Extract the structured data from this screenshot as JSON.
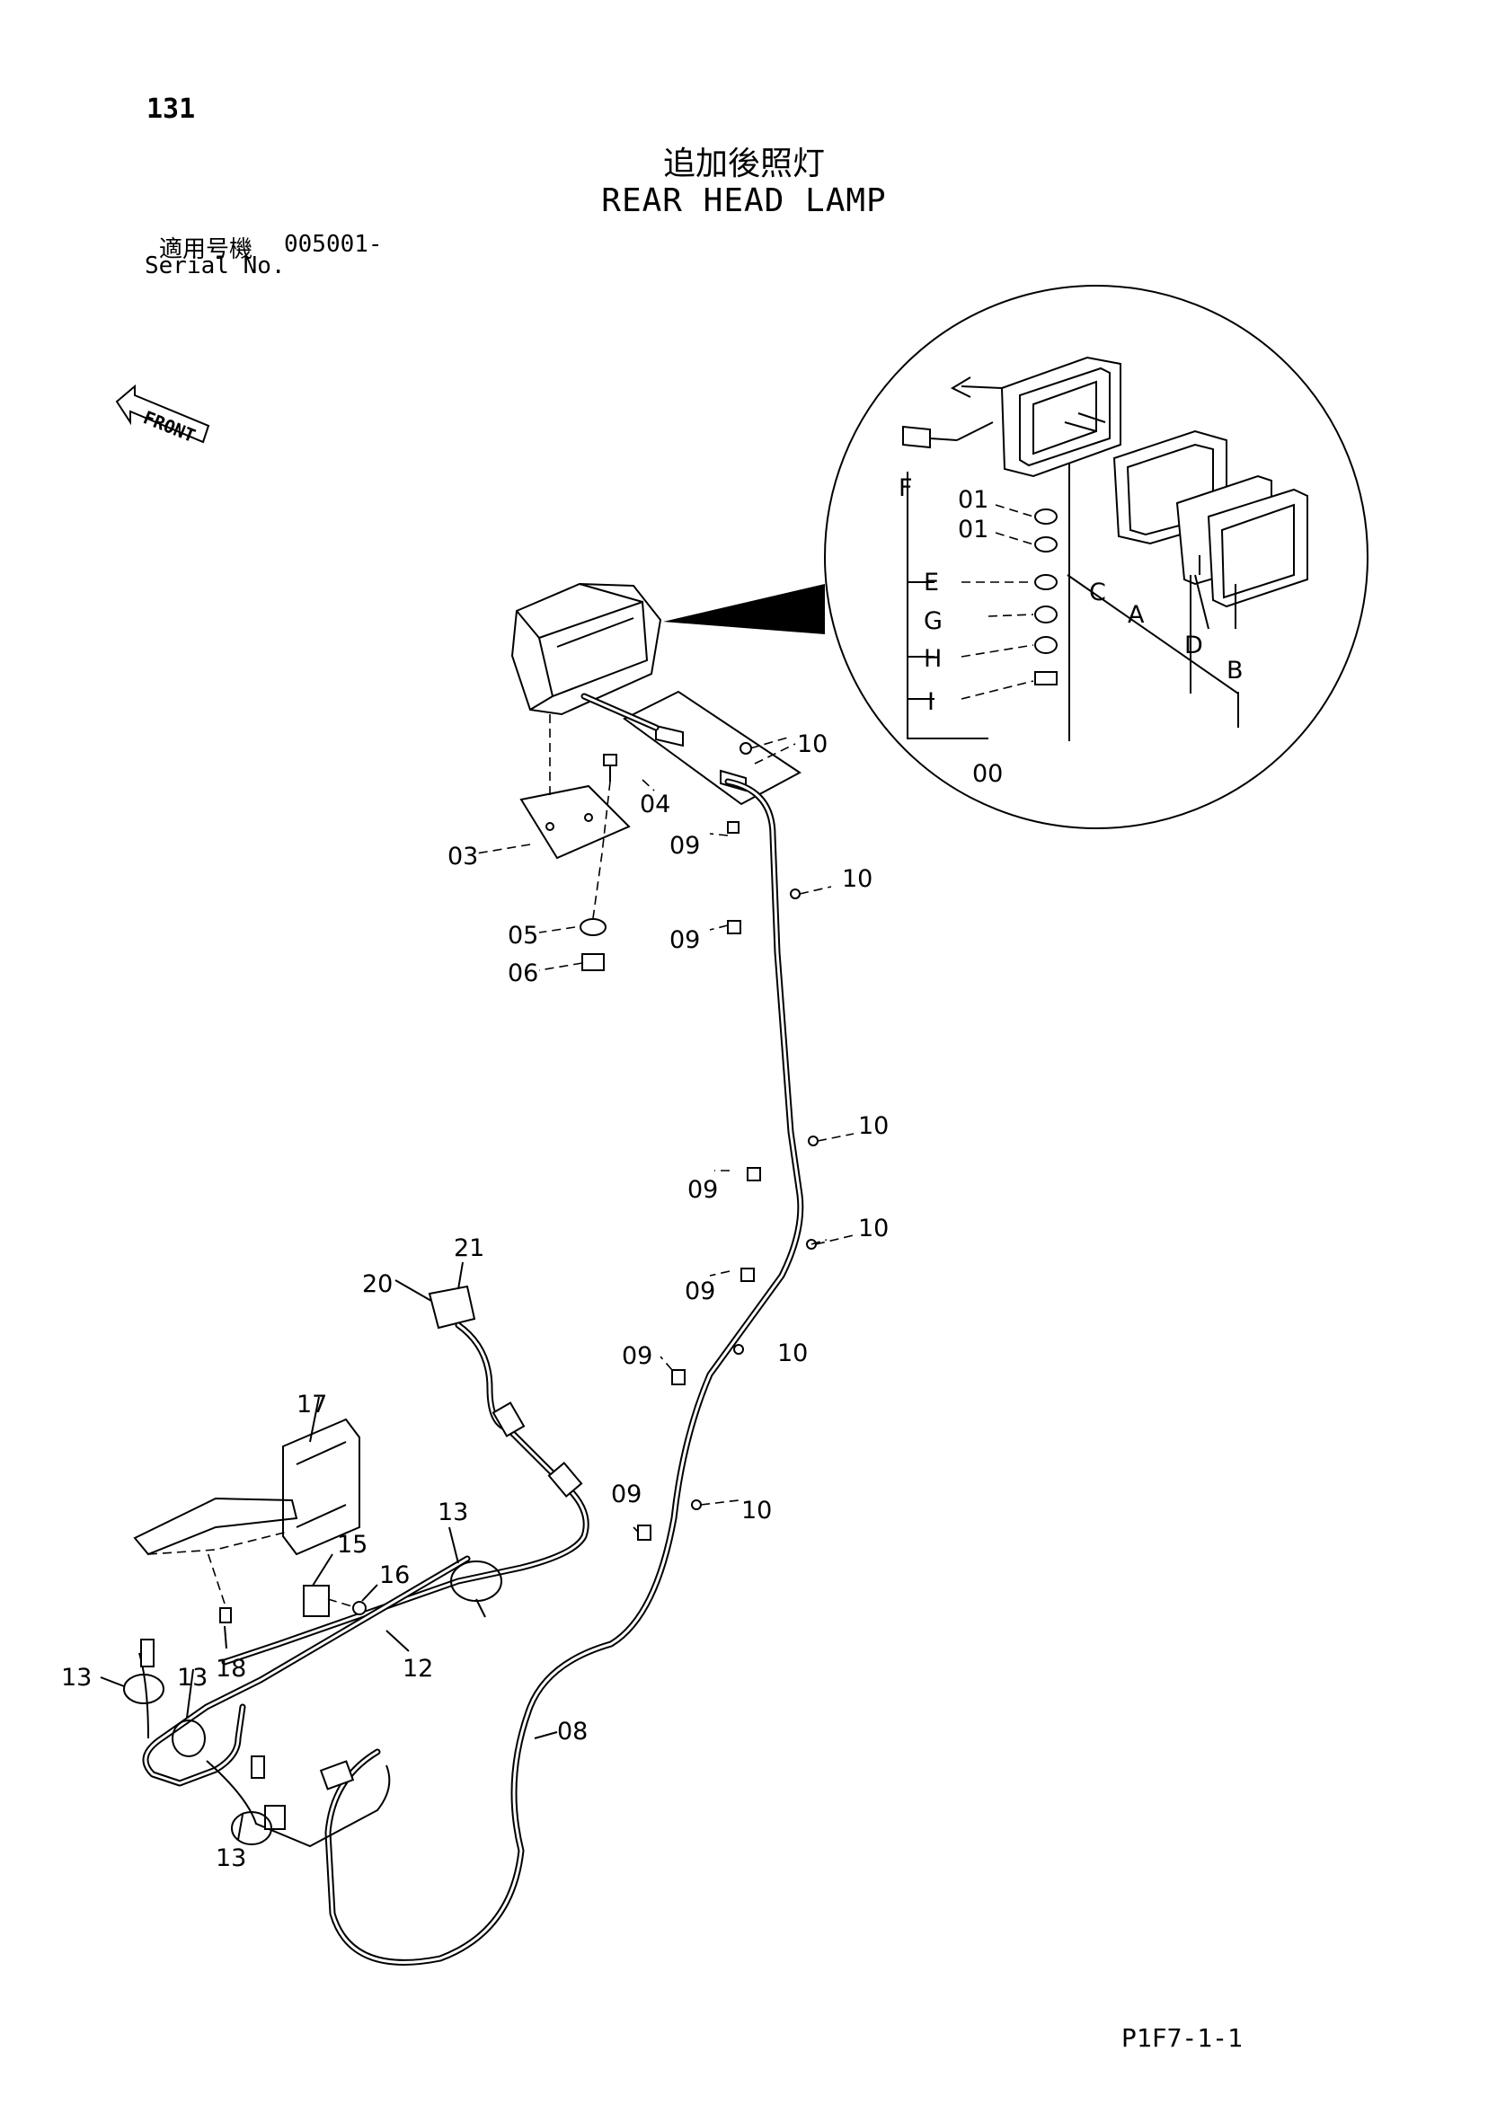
{
  "page": {
    "number": "131",
    "title_jp": "追加後照灯",
    "title_en": "REAR HEAD LAMP",
    "serial_label_jp": "適用号機",
    "serial_value": "005001-",
    "serial_label_en": "Serial No.",
    "code": "P1F7-1-1"
  },
  "front_arrow": {
    "label": "FRONT"
  },
  "detail_labels": [
    "01",
    "01",
    "E",
    "G",
    "H",
    "I",
    "F",
    "C",
    "A",
    "D",
    "B",
    "00"
  ],
  "callouts": [
    "10",
    "04",
    "03",
    "09",
    "10",
    "05",
    "06",
    "09",
    "09",
    "10",
    "09",
    "10",
    "09",
    "09",
    "10",
    "10",
    "21",
    "20",
    "17",
    "13",
    "15",
    "16",
    "18",
    "13",
    "13",
    "12",
    "08",
    "13"
  ]
}
